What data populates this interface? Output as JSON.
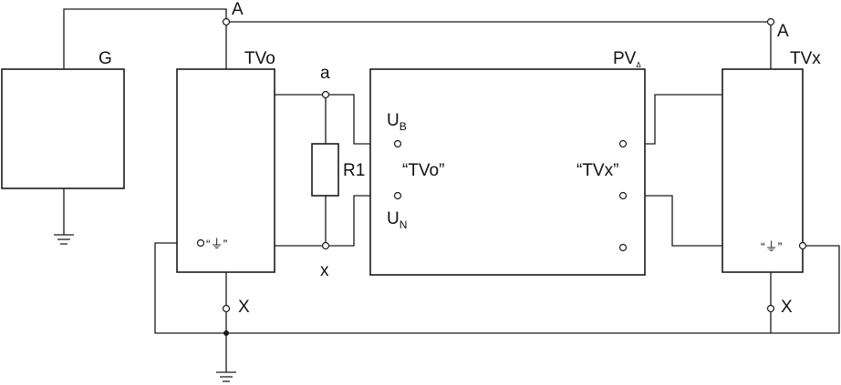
{
  "labels": {
    "generator": "G",
    "reference_transformer": "TVo",
    "tested_transformer": "TVx",
    "instrument": "PV",
    "instrument_sub": "Δ",
    "node_A_left": "A",
    "node_A_right": "A",
    "node_a": "a",
    "node_x": "x",
    "node_X_left": "X",
    "node_X_right": "X",
    "resistor": "R1",
    "input_UB": "U",
    "input_UB_sub": "B",
    "input_UN": "U",
    "input_UN_sub": "N",
    "channel_TVo": "“TVo”",
    "channel_TVx": "“TVx”",
    "ground_terminal_left": "“⏚”",
    "ground_terminal_right": "“⏚”"
  }
}
